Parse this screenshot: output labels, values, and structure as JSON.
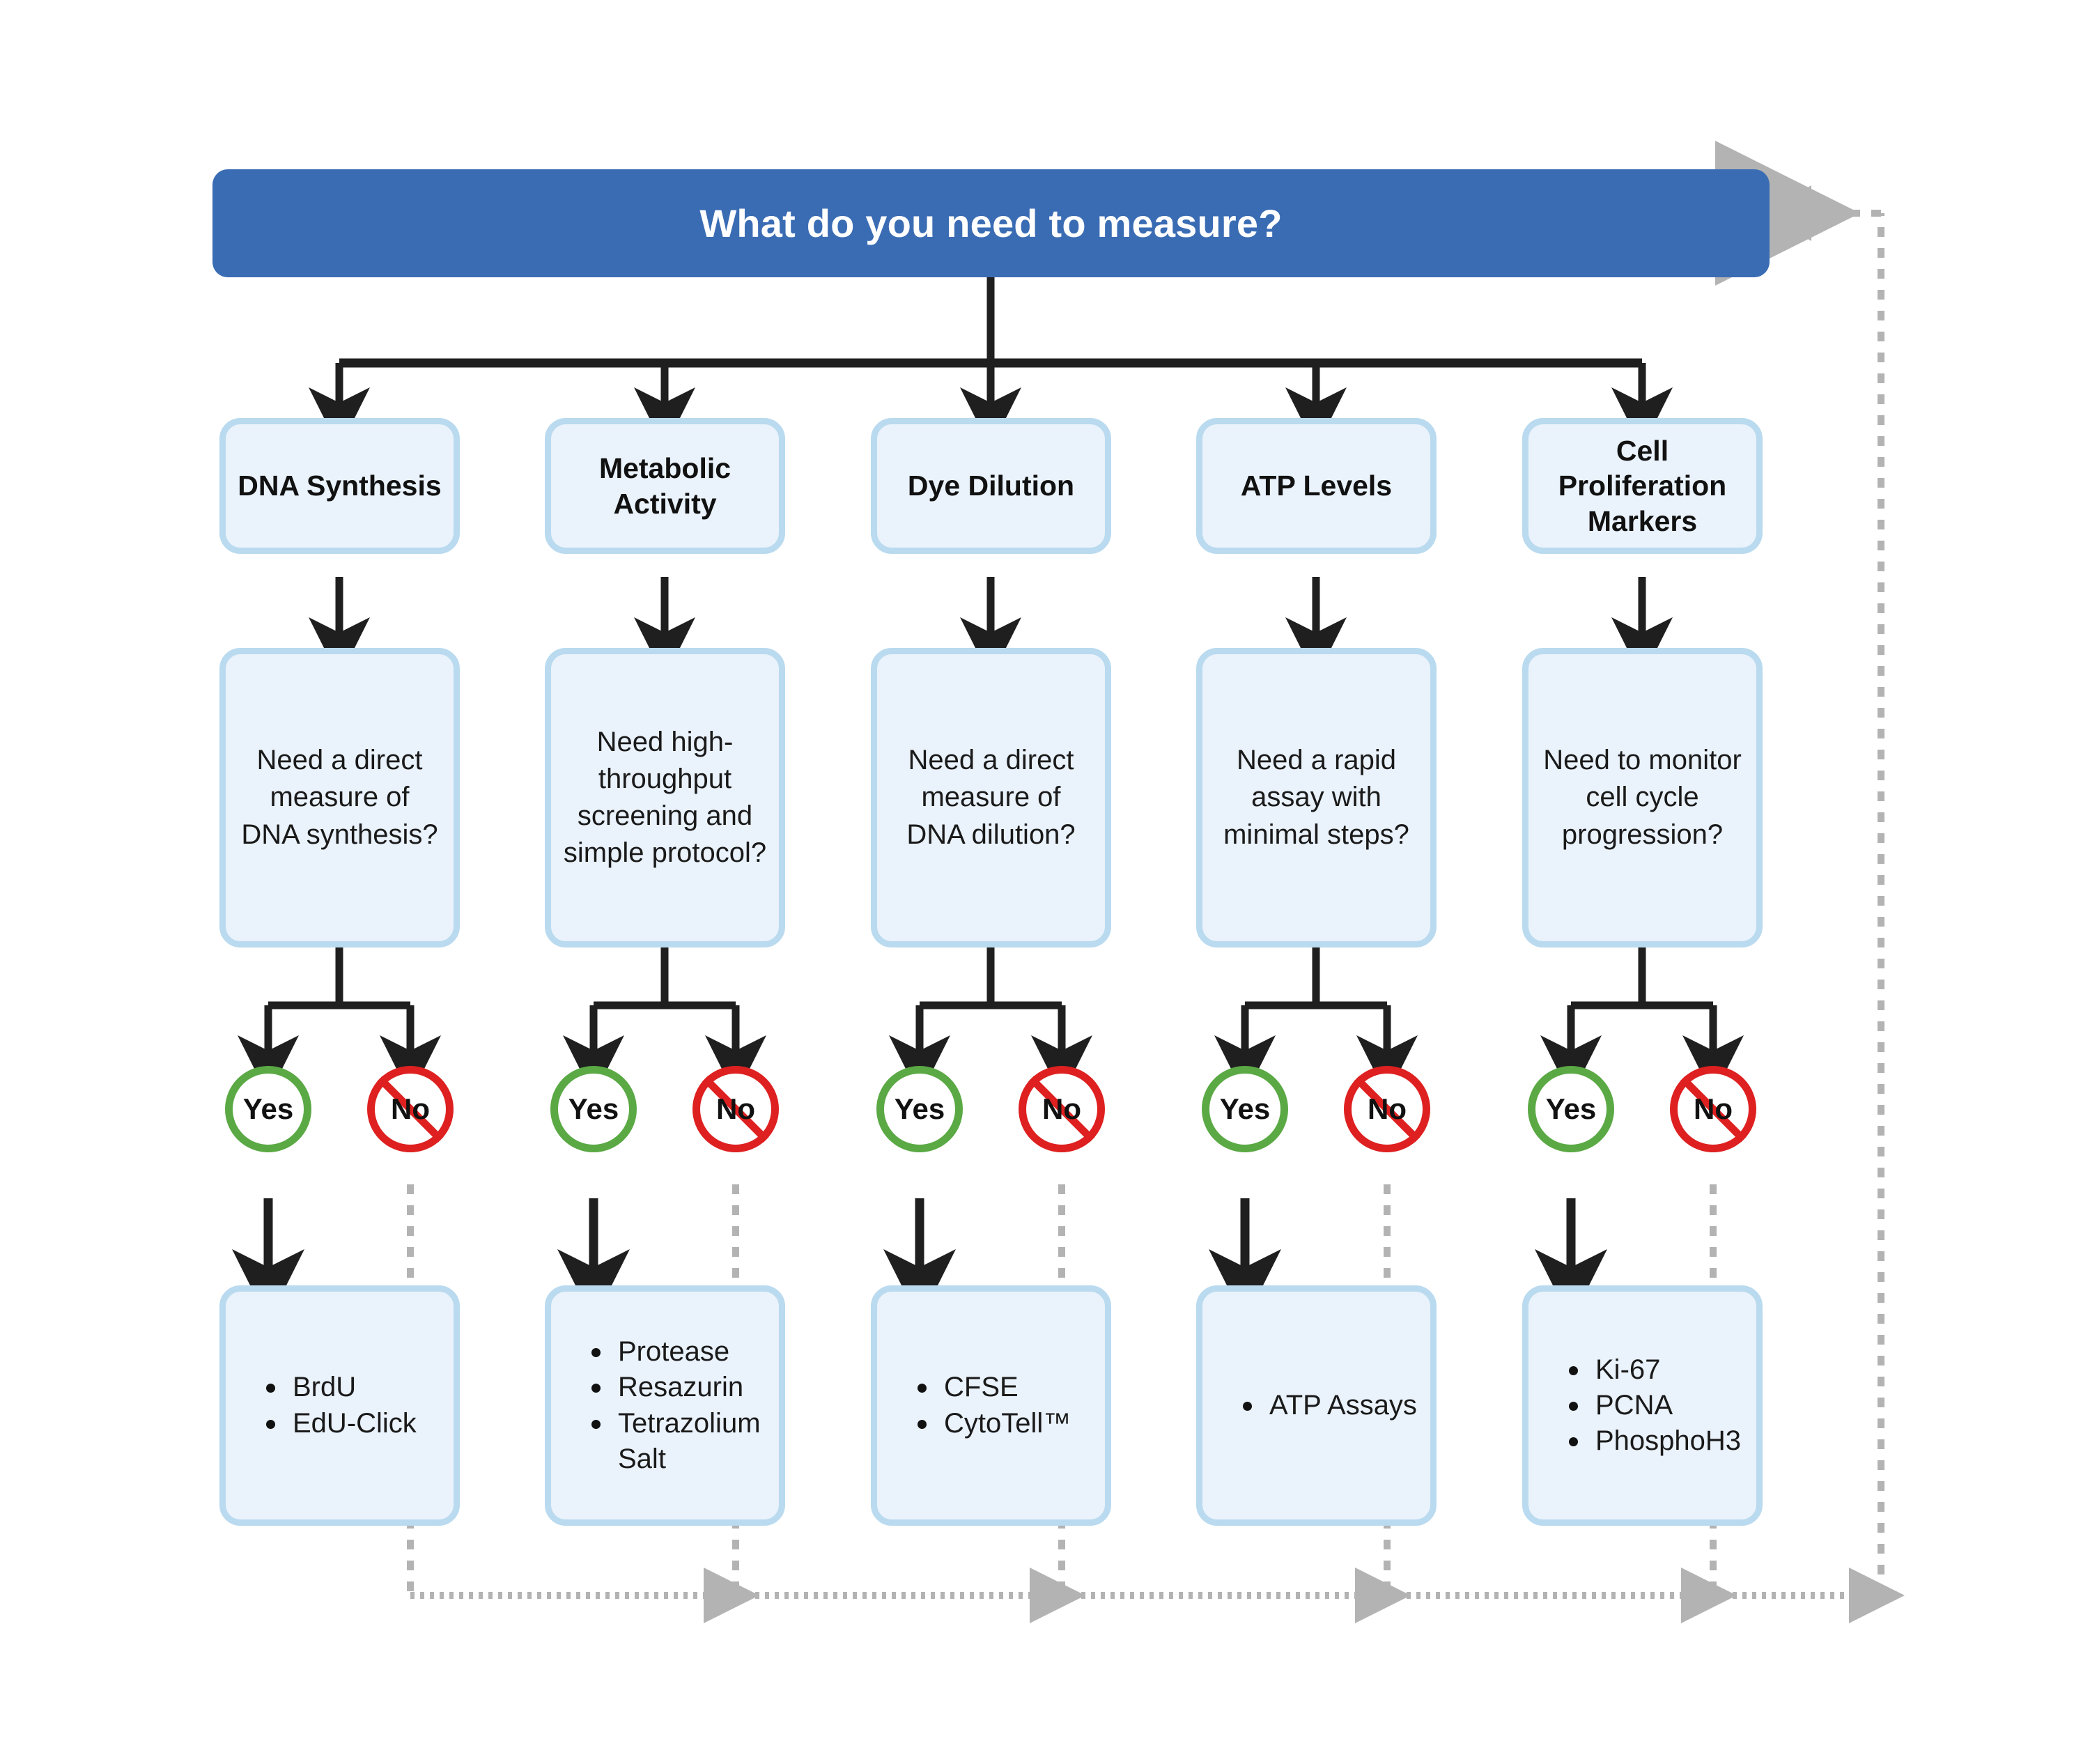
{
  "diagram": {
    "title": "What do you need to measure?",
    "colors": {
      "header_blue": "#3a6cb4",
      "node_fill": "#eaf2fb",
      "node_border": "#b9daef",
      "yes_green": "#5aa944",
      "no_red": "#de2020",
      "connector_black": "#1f1f1f",
      "feedback_gray": "#b3b3b3"
    },
    "branches": [
      {
        "category": "DNA Synthesis",
        "question": "Need a direct measure of DNA synthesis?",
        "yes_label": "Yes",
        "no_label": "No",
        "results": [
          "BrdU",
          "EdU-Click"
        ]
      },
      {
        "category": "Metabolic Activity",
        "question": "Need high-throughput screening and simple protocol?",
        "yes_label": "Yes",
        "no_label": "No",
        "results": [
          "Protease",
          "Resazurin",
          "Tetrazolium Salt"
        ]
      },
      {
        "category": "Dye Dilution",
        "question": "Need a direct measure of DNA dilution?",
        "yes_label": "Yes",
        "no_label": "No",
        "results": [
          "CFSE",
          "CytoTell™"
        ]
      },
      {
        "category": "ATP Levels",
        "question": "Need a rapid assay with minimal steps?",
        "yes_label": "Yes",
        "no_label": "No",
        "results": [
          "ATP Assays"
        ]
      },
      {
        "category": "Cell Proliferation Markers",
        "question": "Need to monitor cell cycle progression?",
        "yes_label": "Yes",
        "no_label": "No",
        "results": [
          "Ki-67",
          "PCNA",
          "PhosphoH3"
        ]
      }
    ]
  }
}
